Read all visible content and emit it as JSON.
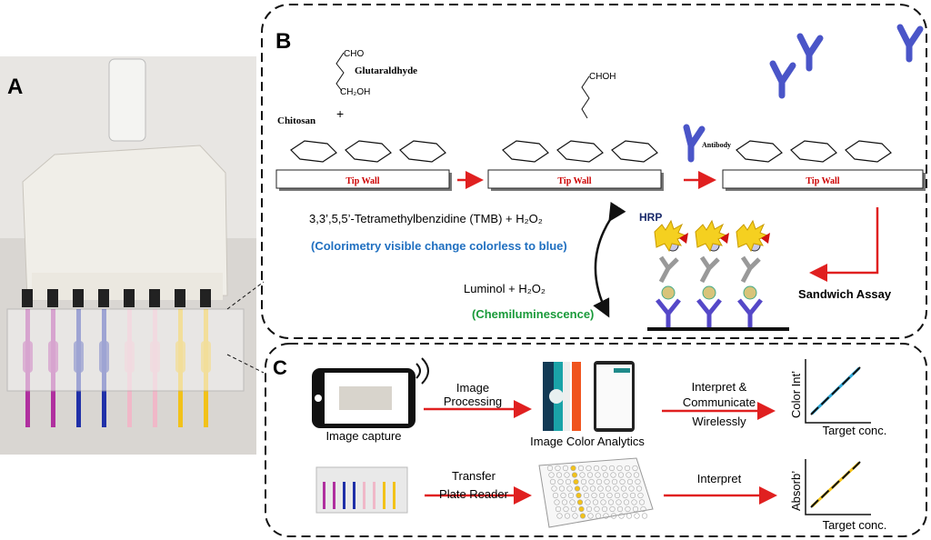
{
  "panels": {
    "a": "A",
    "b": "B",
    "c": "C"
  },
  "panel_b": {
    "glutaraldehyde": "Glutaraldhyde",
    "chitosan": "Chitosan",
    "cho": "CHO",
    "ch2oh": "CH₂OH",
    "chohs": "CHOH",
    "antibody": "Antibody",
    "tip_wall": "Tip Wall",
    "tmb": "3,3’,5,5’-Tetramethylbenzidine (TMB) + H₂O₂",
    "colorimetry": "(Colorimetry visible change colorless to blue)",
    "luminol": "Luminol + H₂O₂",
    "chemiluminescence": "(Chemiluminescence)",
    "hrp": "HRP",
    "sandwich": "Sandwich Assay",
    "colors": {
      "arrow": "#e02020",
      "tip_wall_text": "#cc0000",
      "colorimetry": "#1f6fc0",
      "chemi": "#1a9a3a",
      "antibody": "#4a55c8"
    }
  },
  "panel_c": {
    "image_capture": "Image capture",
    "image": "Image",
    "processing": "Processing",
    "analytics": "Image Color Analytics",
    "interpret_line1": "Interpret &",
    "interpret_line2": "Communicate",
    "interpret_line3": "Wirelessly",
    "color_int": "Color Int’",
    "target_conc": "Target conc.",
    "transfer": "Transfer",
    "plate_reader": "Plate Reader",
    "interpret": "Interpret",
    "absorb": "Absorb’",
    "colors": {
      "line1": "#2aa7d8",
      "line2": "#f2c21a"
    }
  }
}
